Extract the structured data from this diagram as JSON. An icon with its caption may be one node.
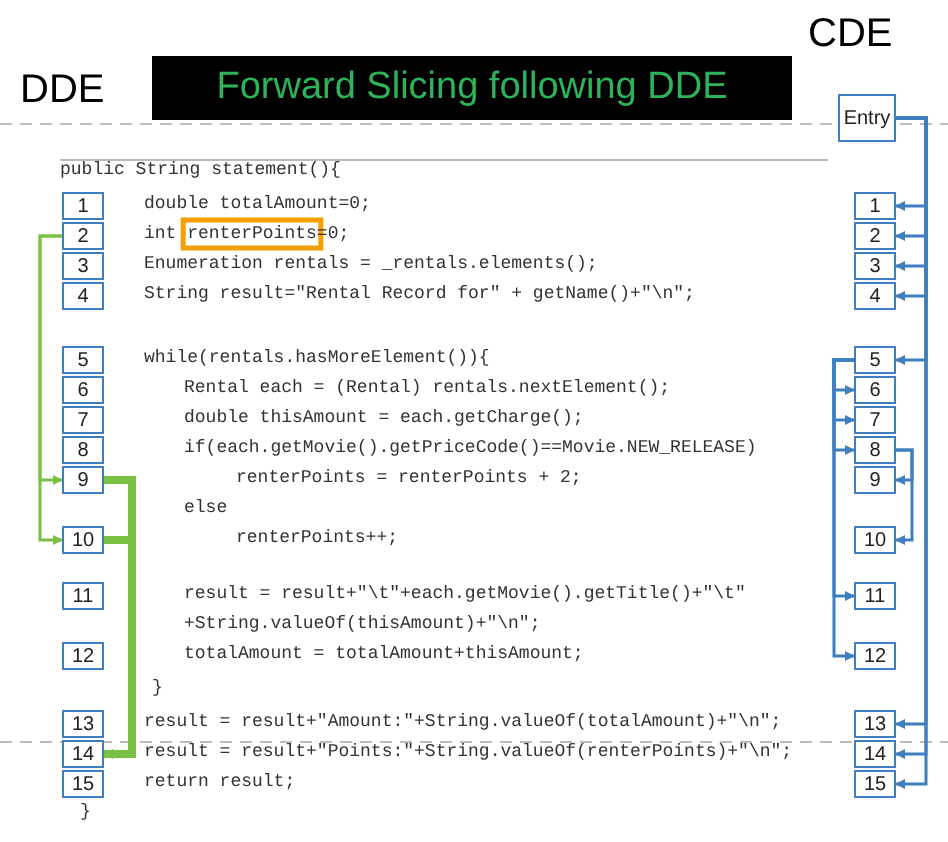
{
  "diagram": {
    "title": "Forward Slicing following DDE",
    "nodes": [
      {
        "text": [
          "Entry"
        ]
      },
      {
        "text": [
          "1"
        ]
      },
      {
        "text": [
          "1"
        ]
      },
      {
        "text": [
          "2"
        ]
      },
      {
        "text": [
          "2"
        ]
      },
      {
        "text": [
          "3"
        ]
      },
      {
        "text": [
          "3"
        ]
      },
      {
        "text": [
          "4"
        ]
      },
      {
        "text": [
          "4"
        ]
      },
      {
        "text": [
          "5"
        ]
      },
      {
        "text": [
          "5"
        ]
      },
      {
        "text": [
          "6"
        ]
      },
      {
        "text": [
          "6"
        ]
      },
      {
        "text": [
          "7"
        ]
      },
      {
        "text": [
          "7"
        ]
      },
      {
        "text": [
          "8"
        ]
      },
      {
        "text": [
          "8"
        ]
      },
      {
        "text": [
          "9"
        ]
      },
      {
        "text": [
          "9"
        ]
      },
      {
        "text": [
          "10"
        ]
      },
      {
        "text": [
          "10"
        ]
      },
      {
        "text": [
          "11"
        ]
      },
      {
        "text": [
          "11"
        ]
      },
      {
        "text": [
          "12"
        ]
      },
      {
        "text": [
          "12"
        ]
      },
      {
        "text": [
          "13"
        ]
      },
      {
        "text": [
          "13"
        ]
      },
      {
        "text": [
          "14"
        ]
      },
      {
        "text": [
          "14"
        ]
      },
      {
        "text": [
          "15"
        ]
      },
      {
        "text": [
          "15"
        ]
      }
    ],
    "edges": [
      {
        "from": 3,
        "to": 17,
        "arrow": "to",
        "color": "#7ac143"
      },
      {
        "from": 3,
        "to": 19,
        "arrow": "to",
        "color": "#7ac143"
      },
      {
        "from": 17,
        "to": 27,
        "arrow": "to",
        "style": "thick",
        "color": "#7ac143"
      },
      {
        "from": 19,
        "to": 27,
        "arrow": "to",
        "style": "thick",
        "color": "#7ac143"
      },
      {
        "from": 0,
        "to": 2,
        "arrow": "to"
      },
      {
        "from": 0,
        "to": 4,
        "arrow": "to"
      },
      {
        "from": 0,
        "to": 6,
        "arrow": "to"
      },
      {
        "from": 0,
        "to": 8,
        "arrow": "to"
      },
      {
        "from": 0,
        "to": 10,
        "arrow": "to"
      },
      {
        "from": 0,
        "to": 26,
        "arrow": "to"
      },
      {
        "from": 0,
        "to": 28,
        "arrow": "to"
      },
      {
        "from": 0,
        "to": 30,
        "arrow": "to"
      },
      {
        "from": 10,
        "to": 12,
        "arrow": "to"
      },
      {
        "from": 10,
        "to": 14,
        "arrow": "to"
      },
      {
        "from": 10,
        "to": 16,
        "arrow": "to"
      },
      {
        "from": 10,
        "to": 22,
        "arrow": "to"
      },
      {
        "from": 10,
        "to": 24,
        "arrow": "to"
      },
      {
        "from": 16,
        "to": 18,
        "arrow": "to"
      },
      {
        "from": 16,
        "to": 20,
        "arrow": "to"
      }
    ],
    "labels": [
      "DDE",
      "CDE",
      "public String statement(){",
      "double totalAmount=0;",
      "int renterPoints=0;",
      "Enumeration rentals = _rentals.elements();",
      "String result=\"Rental Record for\" + getName()+\"\\n\";",
      "while(rentals.hasMoreElement()){",
      "Rental each = (Rental) rentals.nextElement();",
      "double thisAmount = each.getCharge();",
      "if(each.getMovie().getPriceCode()==Movie.NEW_RELEASE)",
      "renterPoints = renterPoints + 2;",
      "else",
      "renterPoints++;",
      "result = result+\"\\t\"+each.getMovie().getTitle()+\"\\t\"",
      "+String.valueOf(thisAmount)+\"\\n\";",
      "totalAmount = totalAmount+thisAmount;",
      "}",
      "result = result+\"Amount:\"+String.valueOf(totalAmount)+\"\\n\";",
      "result = result+\"Points:\"+String.valueOf(renterPoints)+\"\\n\";",
      "return result;",
      "}"
    ]
  }
}
